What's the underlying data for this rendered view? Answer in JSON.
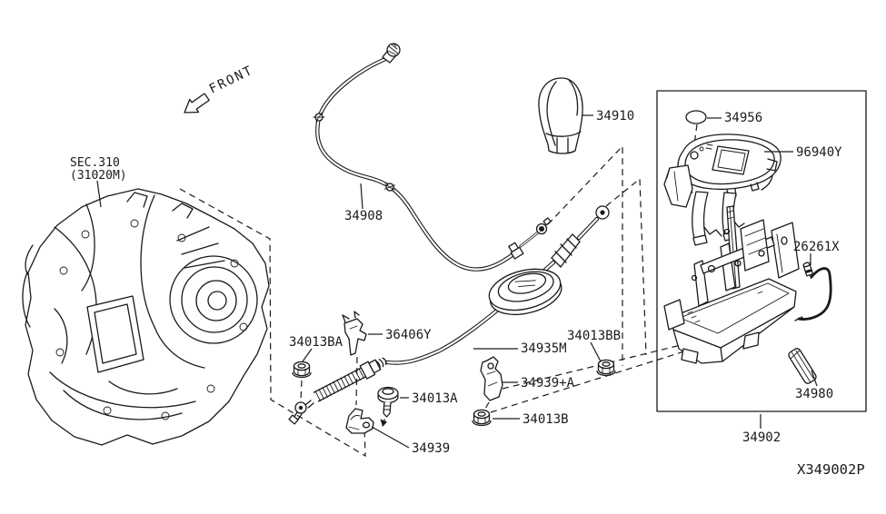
{
  "diagram": {
    "code": "X349002P",
    "front_label": "FRONT",
    "section": {
      "title": "SEC.310",
      "subtitle": "(31020M)"
    },
    "labels": {
      "knob": "34910",
      "lock_button": "34956",
      "indicator_cover": "96940Y",
      "harness": "26261X",
      "cable_upper": "34908",
      "cable_bracket": "36406Y",
      "nut_ba": "34013BA",
      "control_cable": "34935M",
      "nut_bb": "34013BB",
      "bracket_a": "34939+A",
      "bolt": "34013A",
      "nut_b": "34013B",
      "bracket": "34939",
      "damper": "34980",
      "assembly": "34902"
    },
    "colors": {
      "ink": "#1a1a1a",
      "background": "#ffffff"
    }
  }
}
